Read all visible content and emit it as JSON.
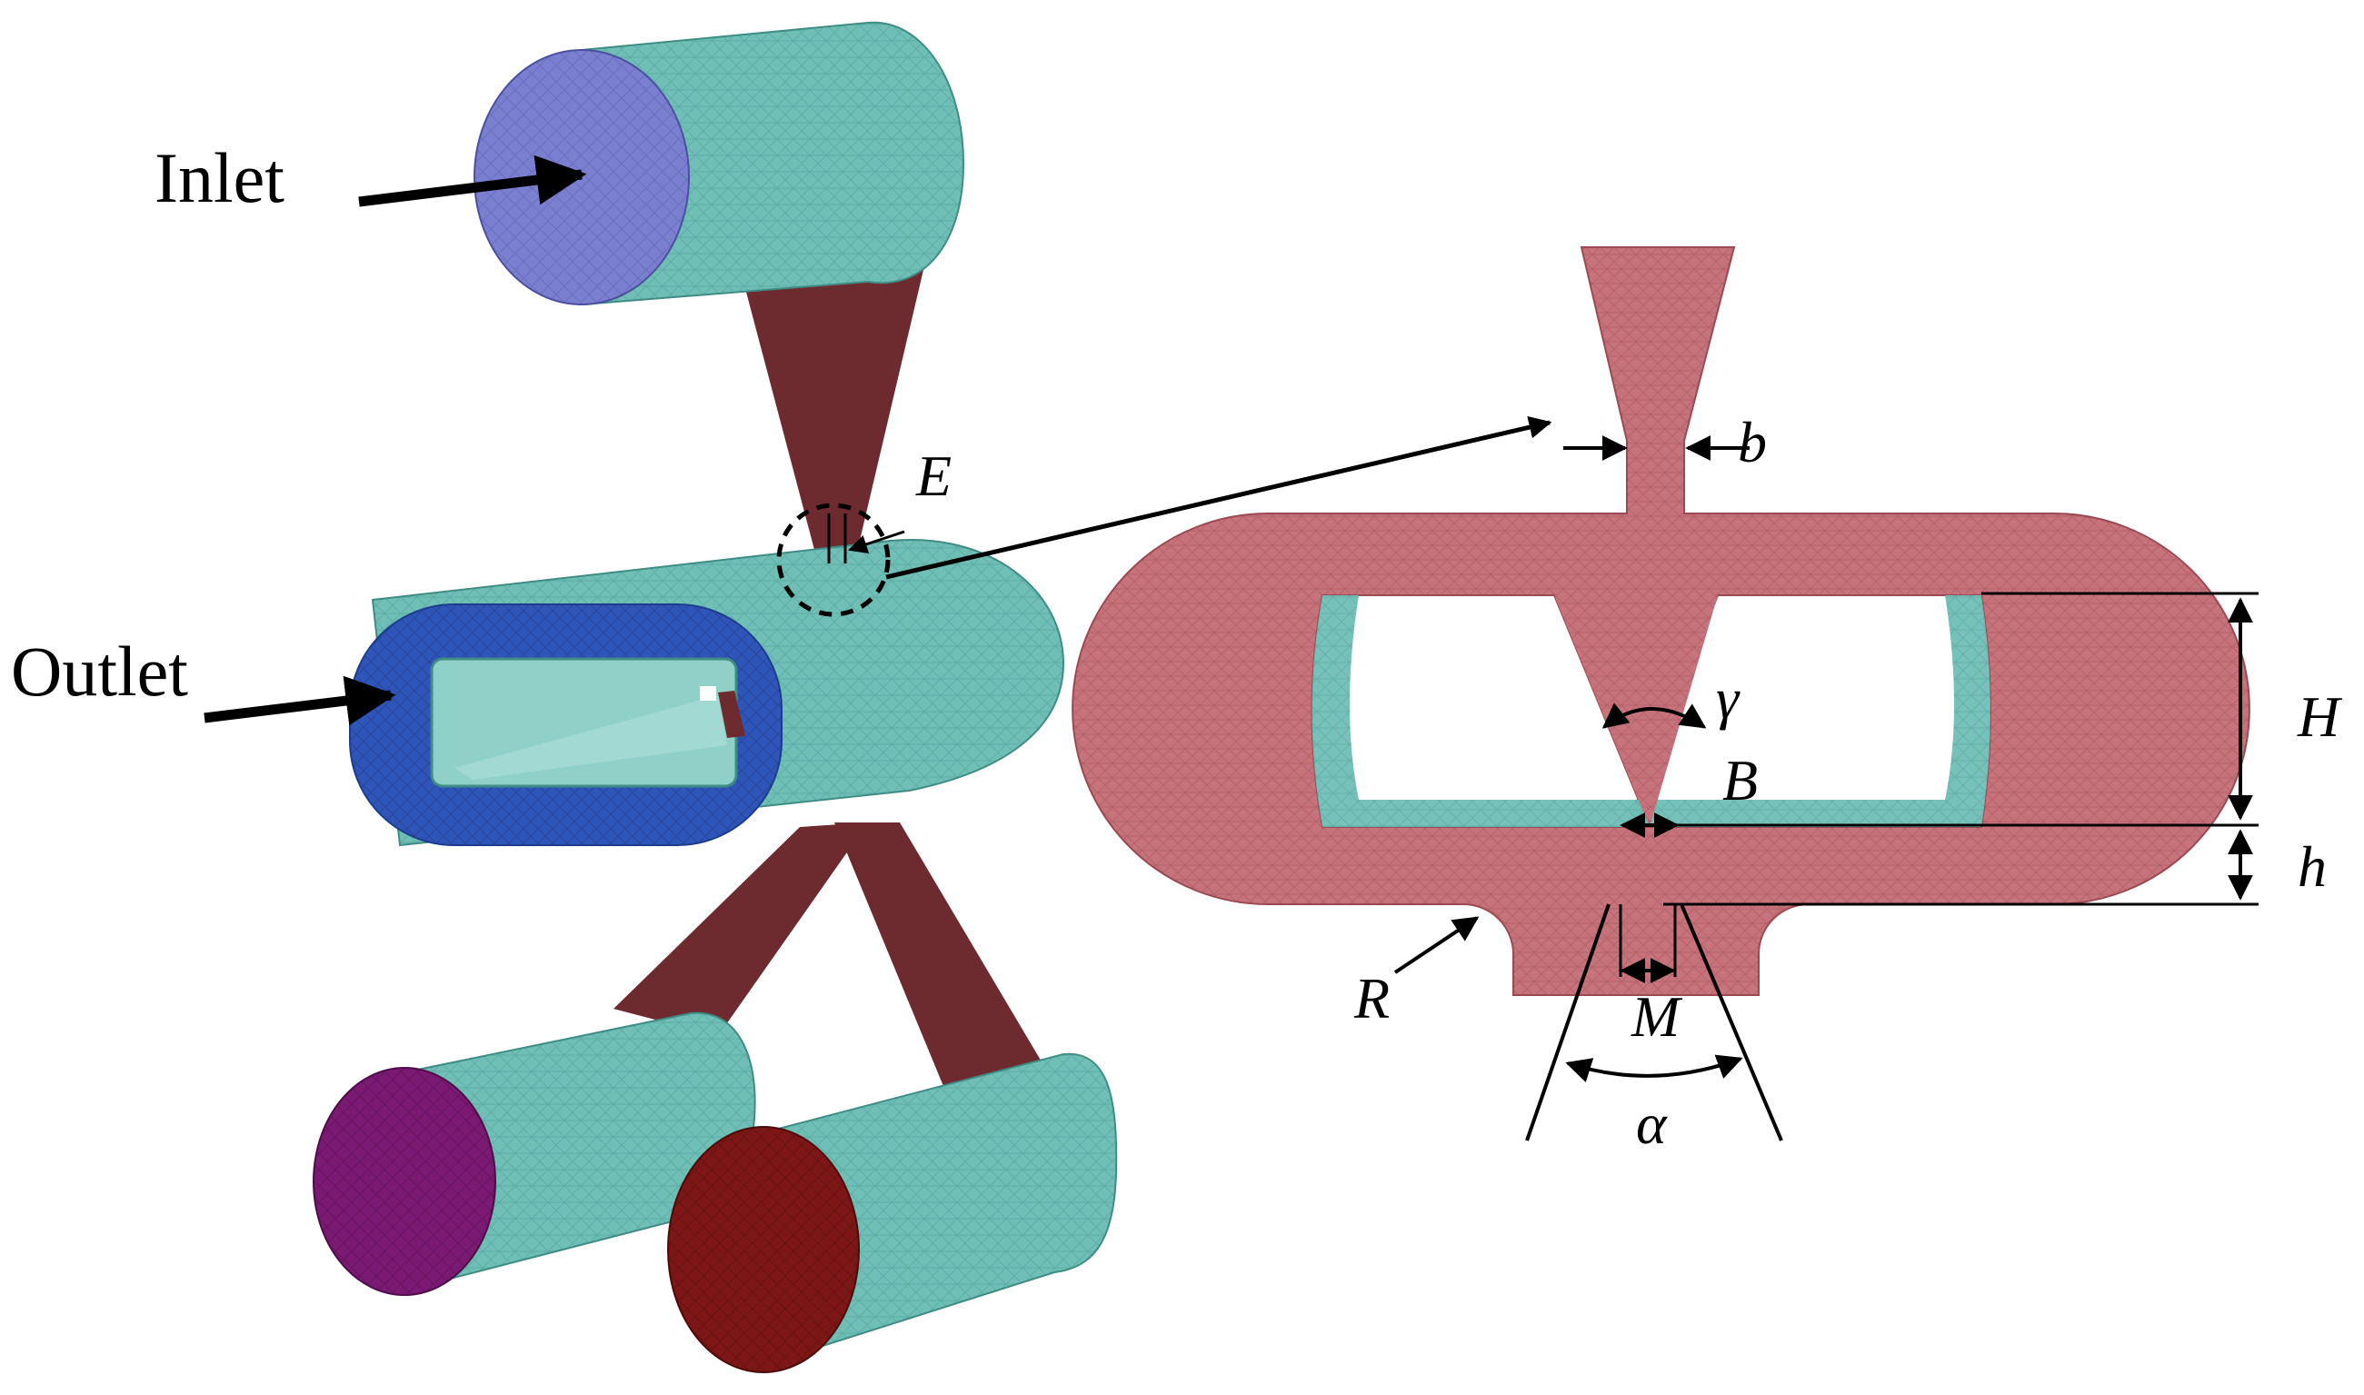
{
  "labels": {
    "inlet": "Inlet",
    "outlet": "Outlet",
    "E": "E",
    "b": "b",
    "gamma": "γ",
    "H": "H",
    "B": "B",
    "h": "h",
    "R": "R",
    "M": "M",
    "alpha": "α"
  },
  "colors": {
    "mesh_teal": "#6fbfb7",
    "inlet_face": "#7b7fd0",
    "outlet_face": "#2f55b8",
    "funnel_dark": "#6e2b2f",
    "section_pink": "#c7737c",
    "purple_face": "#7a1a72",
    "dark_red_face": "#7d1616"
  }
}
